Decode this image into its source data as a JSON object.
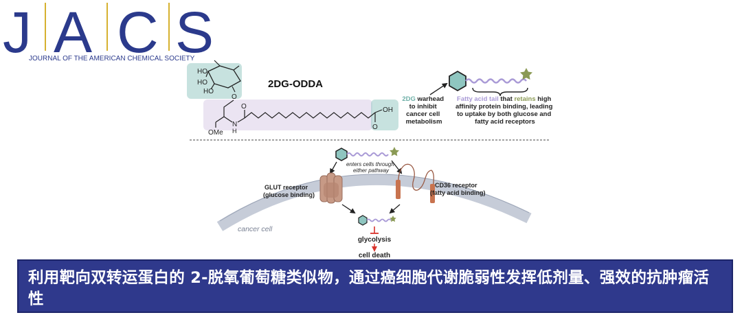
{
  "logo": {
    "letters": [
      "J",
      "A",
      "C",
      "S"
    ],
    "journal_name": "JOURNAL OF THE AMERICAN CHEMICAL SOCIETY",
    "colors": {
      "navy": "#2b3a8c",
      "gold": "#d6b12f"
    }
  },
  "molecule": {
    "name": "2DG-ODDA",
    "ring_labels": [
      "HO",
      "HO",
      "HO"
    ],
    "linker_oxygen": "O",
    "ester_label": "OMe",
    "amide_nh": "N",
    "amide_h": "H",
    "amide_o": "O",
    "acid_label": "OH",
    "acid_o": "O"
  },
  "legend": {
    "warhead_label": [
      "2DG",
      " warhead",
      "to inhibit",
      "cancer cell",
      "metabolism"
    ],
    "tail_line1": [
      "Fatty acid tail",
      " that ",
      "retains",
      " high"
    ],
    "tail_lines": [
      "affinity protein binding, leading",
      "to uptake by both glucose and",
      "fatty acid receptors"
    ]
  },
  "pathway": {
    "enter_note": [
      "enters cells through",
      "either pathway"
    ],
    "glut_label": [
      "GLUT receptor",
      "(glucose binding)"
    ],
    "cd36_label": [
      "CD36 receptor",
      "(fatty acid binding)"
    ],
    "cell_label": "cancer cell",
    "glycolysis": "glycolysis",
    "cell_death": "cell death"
  },
  "banner": {
    "text": "利用靶向双转运蛋白的 2-脱氧葡萄糖类似物，通过癌细胞代谢脆弱性发挥低剂量、强效的抗肿瘤活性"
  },
  "colors": {
    "teal": "#8fc6c0",
    "lavender": "#ebe4f2",
    "tail": "#a99ad6",
    "star": "#8b9a55",
    "membrane": "#c6ccd8",
    "protein": "#c79a86",
    "arrow_red": "#d9322b",
    "banner_bg": "#2f398c"
  }
}
